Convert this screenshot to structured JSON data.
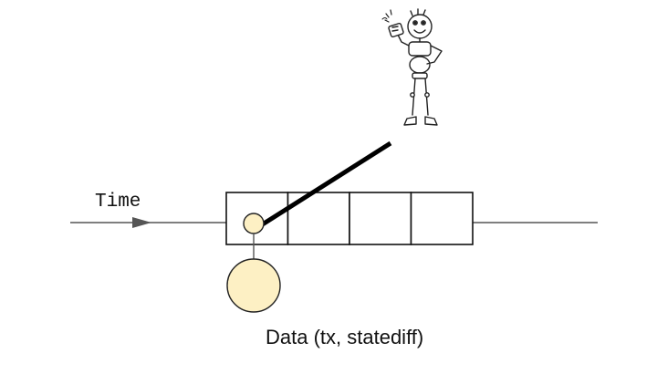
{
  "diagram": {
    "time_label": "Time",
    "data_label": "Data (tx, statediff)",
    "block_count": 4,
    "colors": {
      "line": "#555555",
      "box_stroke": "#111111",
      "circle_fill": "#fdf0c4",
      "circle_stroke": "#222222",
      "stick": "#000000"
    },
    "icons": {
      "figure": "robot-stick-figure-icon"
    }
  }
}
